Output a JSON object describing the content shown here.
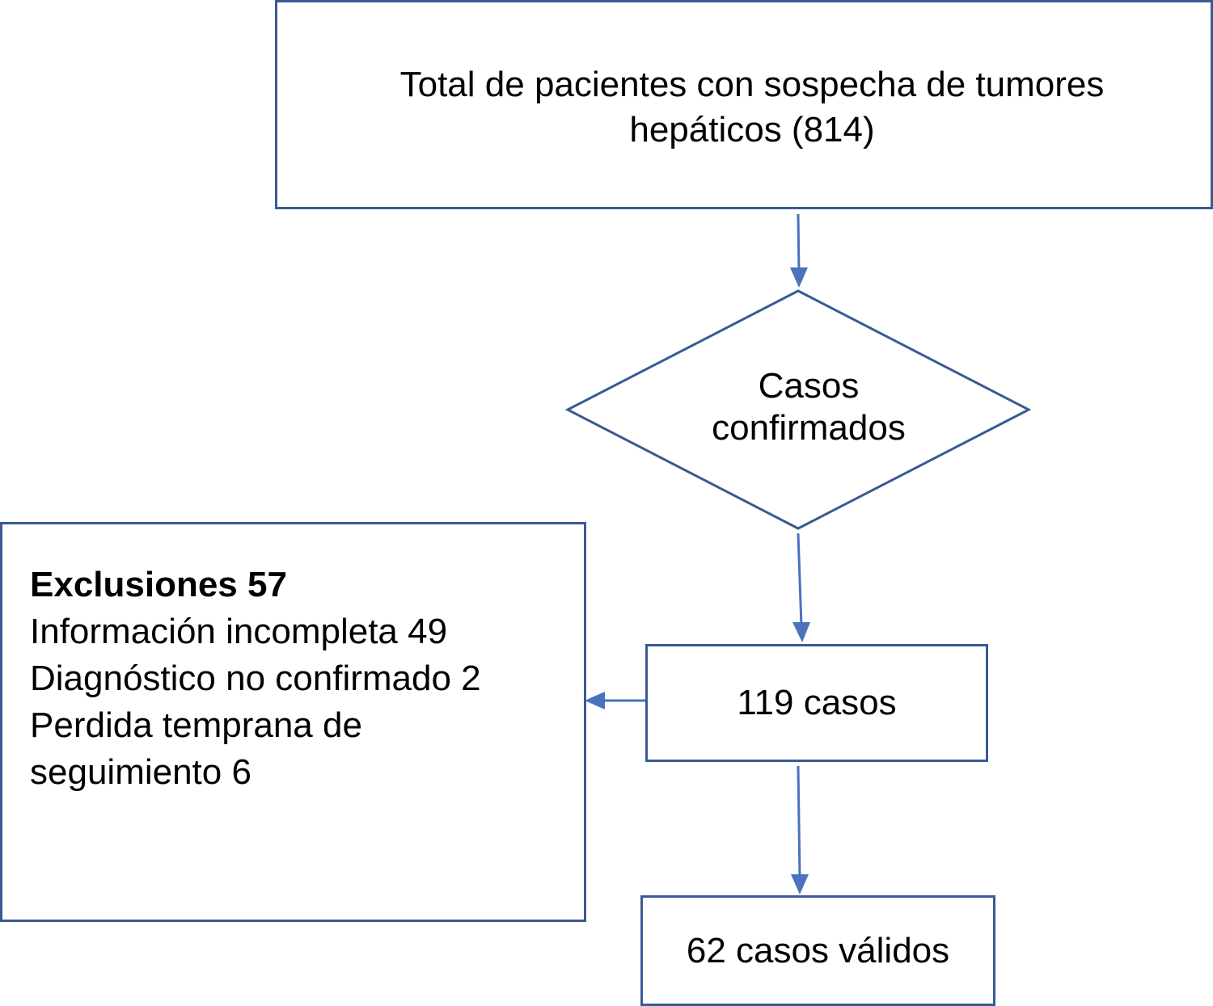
{
  "colors": {
    "stroke": "#3a5a94",
    "arrow": "#4a72bd",
    "text": "#000000",
    "background": "#ffffff"
  },
  "nodes": {
    "total_line1": "Total de pacientes con sospecha de tumores",
    "total_line2": "hepáticos (814)",
    "decision_line1": "Casos",
    "decision_line2": "confirmados",
    "cases_119": "119 casos",
    "valid_cases": "62 casos válidos"
  },
  "exclusions": {
    "title": "Exclusiones 57",
    "lines": [
      "Información incompleta 49",
      "Diagnóstico no confirmado 2",
      "Perdida temprana de",
      "seguimiento 6"
    ]
  }
}
